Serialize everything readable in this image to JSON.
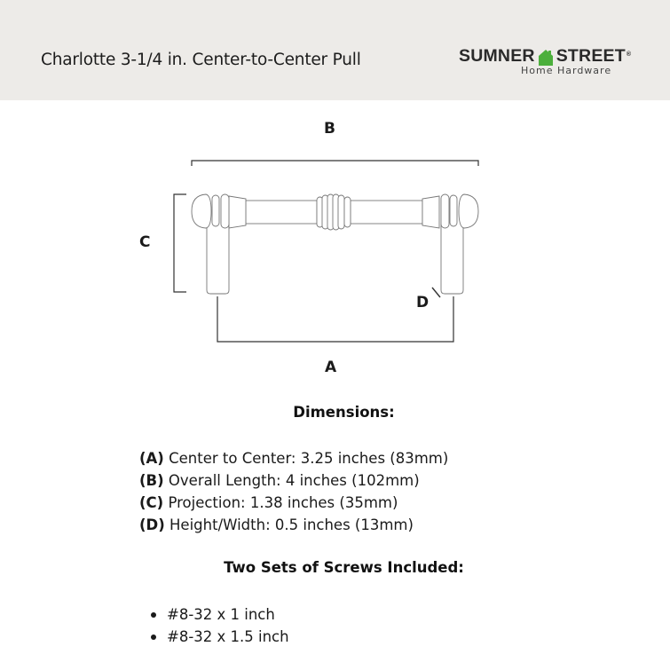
{
  "header": {
    "title": "Charlotte 3-1/4 in. Center-to-Center Pull",
    "logo": {
      "brand_left": "SUMNER",
      "brand_right": "STREET",
      "registered_mark": "®",
      "tagline": "Home Hardware",
      "house_icon": "house-icon",
      "house_color": "#4caf3c",
      "text_color": "#2a2a2a"
    },
    "background_color": "#edebe8"
  },
  "diagram": {
    "labels": {
      "a": "A",
      "b": "B",
      "c": "C",
      "d": "D"
    },
    "line_color": "#333333"
  },
  "dimensions": {
    "heading": "Dimensions:",
    "items": [
      {
        "key": "(A)",
        "text": " Center to Center: 3.25 inches (83mm)"
      },
      {
        "key": "(B)",
        "text": " Overall Length: 4 inches (102mm)"
      },
      {
        "key": "(C)",
        "text": " Projection: 1.38 inches (35mm)"
      },
      {
        "key": "(D)",
        "text": " Height/Width: 0.5 inches (13mm)"
      }
    ]
  },
  "screws": {
    "heading": "Two Sets of Screws Included:",
    "items": [
      "#8-32 x 1 inch",
      "#8-32 x 1.5 inch"
    ]
  }
}
